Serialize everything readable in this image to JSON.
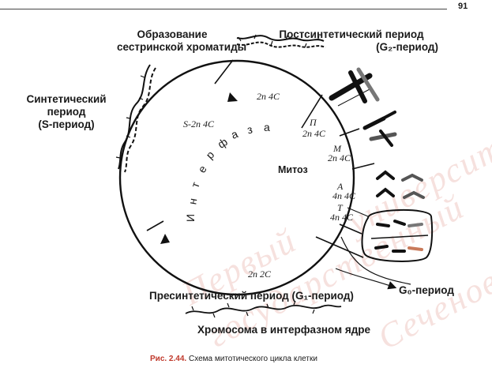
{
  "header": {
    "page_number": "91"
  },
  "labels": {
    "sister_chromatid_line1": "Образование",
    "sister_chromatid_line2": "сестринской хроматиды",
    "postsynthetic_line1": "Постсинтетический период",
    "postsynthetic_line2": "(G₂-период)",
    "synthetic_line1": "Синтетический",
    "synthetic_line2": "период",
    "synthetic_line3": "(S-период)",
    "presynthetic": "Пресинтетический период (G₁-период)",
    "g0_period": "G₀-период",
    "interphase_chromosome": "Хромосома в интерфазном ядре",
    "mitosis": "Митоз"
  },
  "cycle": {
    "interphase_letters": [
      "И",
      "н",
      "т",
      "е",
      "р",
      "ф",
      "а",
      "з",
      "а"
    ],
    "g2_formula": "2n 4C",
    "s_formula": "S-2n 4C",
    "prophase_letter": "П",
    "prophase_formula": "2n 4C",
    "metaphase_letter": "М",
    "metaphase_formula": "2n 4C",
    "anaphase_letter": "А",
    "anaphase_formula": "4n 4C",
    "telophase_letter": "Т",
    "telophase_formula": "4n 4C",
    "g1_formula": "2n 2C"
  },
  "caption": {
    "number": "Рис. 2.44.",
    "text": " Схема митотического цикла клетки"
  },
  "watermark": {
    "line1": "Первый",
    "line2": "государственный",
    "line3": "университет",
    "line4": "Сеченова"
  }
}
